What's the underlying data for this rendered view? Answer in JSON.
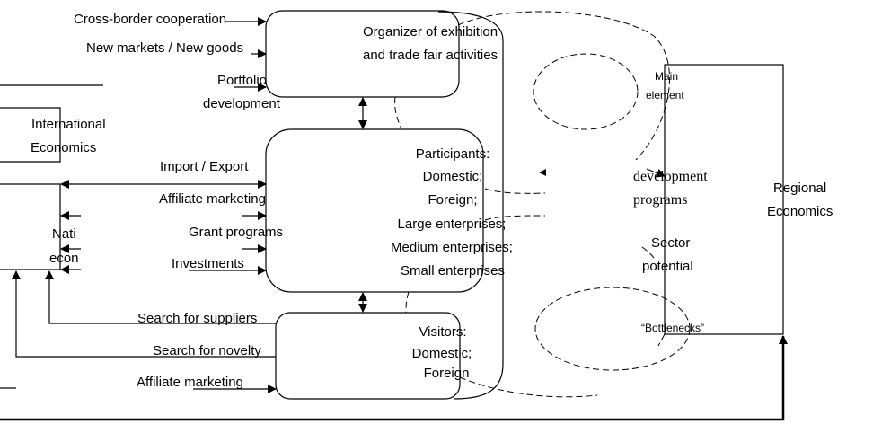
{
  "inputs_box1": [
    "Cross-border cooperation",
    "New markets / New goods",
    "Portfolio",
    "development"
  ],
  "organizer": [
    "Organizer of exhibition",
    "and trade fair activities"
  ],
  "international": [
    "International",
    "Economics"
  ],
  "national": [
    "Nati",
    "econ"
  ],
  "inputs_box2": [
    "Import / Export",
    "Affiliate marketing",
    "Grant programs",
    "Investments"
  ],
  "participants": [
    "Participants:",
    "Domestic;",
    "Foreign;",
    "Large enterprises;",
    "Medium enterprises;",
    "Small enterprises"
  ],
  "inputs_box3": [
    "Search for suppliers",
    "Search for novelty",
    "Affiliate marketing"
  ],
  "visitors": [
    "Visitors:",
    "Domestic;",
    "Foreign"
  ],
  "main_element": [
    "Main",
    "element"
  ],
  "development": [
    "development",
    "programs"
  ],
  "sector": [
    "Sector",
    "potential"
  ],
  "bottlenecks": "“Bottlenecks”",
  "regional": [
    "Regional",
    "Economics"
  ]
}
